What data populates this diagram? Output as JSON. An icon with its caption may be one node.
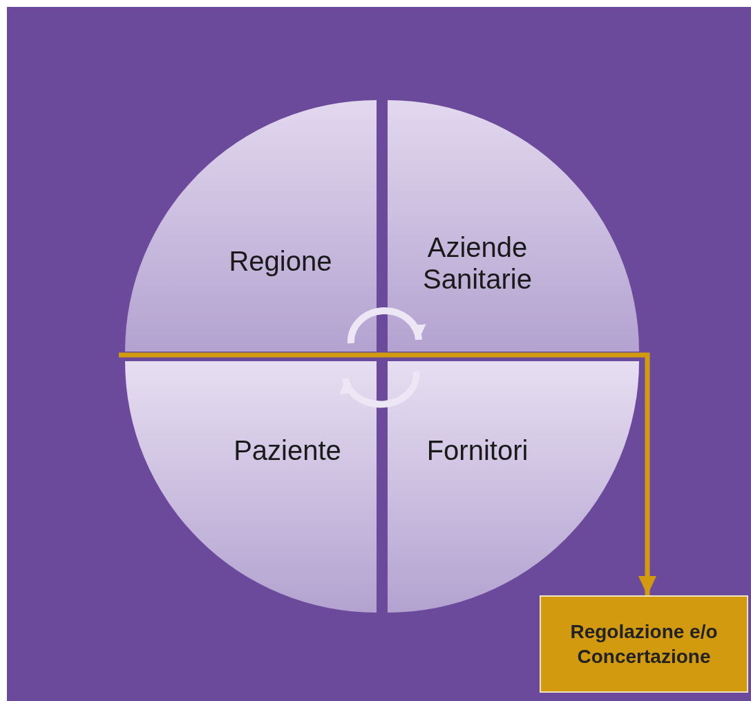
{
  "diagram": {
    "nodes": [
      {
        "text": [
          "Regione"
        ]
      },
      {
        "text": [
          "Aziende Sanitarie"
        ]
      },
      {
        "text": [
          "Paziente"
        ]
      },
      {
        "text": [
          "Fornitori"
        ]
      },
      {
        "text": [
          "Regolazione e/o Concertazione"
        ]
      }
    ],
    "edges": [
      {
        "from": 0,
        "to": 1,
        "arrow": "to"
      },
      {
        "from": 3,
        "to": 2,
        "arrow": "to"
      },
      {
        "from": null,
        "to": 4,
        "arrow": "to",
        "color": "#d29a0e"
      }
    ]
  }
}
